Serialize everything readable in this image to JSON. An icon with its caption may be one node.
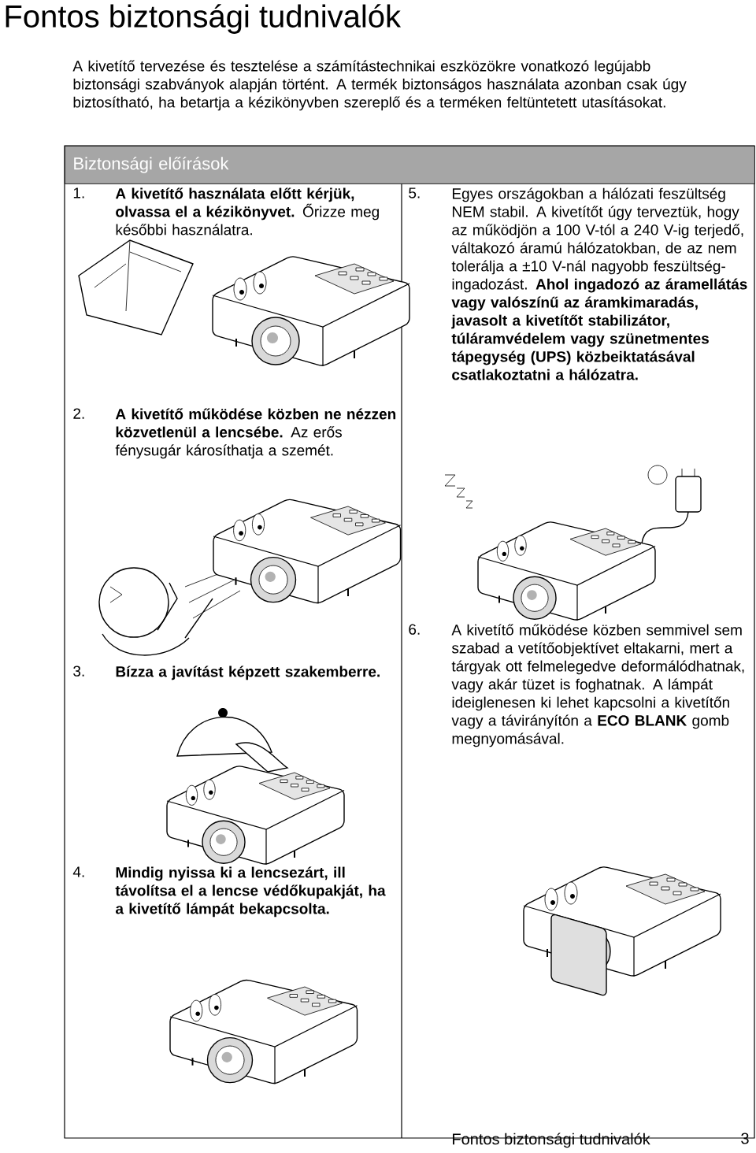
{
  "diagram": {
    "title": "Fontos biztonsági tudnivalók",
    "nodes": [
      {
        "text": [
          "Biztonsági előírások"
        ]
      }
    ],
    "labels": [
      "A kivetítő tervezése és tesztelése a számítástechnikai eszközökre vonatkozó legújabb biztonsági szabványok alapján történt. A termék biztonságos használata azonban csak úgy biztosítható, ha betartja a kézikönyvben szereplő és a terméken feltüntetett utasításokat.",
      "1.",
      "**A kivetítő használata előtt kérjük, olvassa el a kézikönyvet.** Őrizze meg későbbi használatra.",
      "2.",
      "**A kivetítő működése közben ne nézzen közvetlenül a lencsébe.** Az erős fénysugár károsíthatja a szemét.",
      "3.",
      "Bízza a javítást képzett szakemberre.",
      "4.",
      "Mindig nyissa ki a lencsezárt, ill távolítsa el a lencse védőkupakját, ha a kivetítő lámpát bekapcsolta.",
      "5.",
      "Egyes országokban a hálózati feszültség NEM stabil. A kivetítőt úgy terveztük, hogy az működjön a 100 V-tól a 240 V-ig terjedő, váltakozó áramú hálózatokban, de az nem tolerálja a ±10 V-nál nagyobb feszültség-ingadozást. **Ahol ingadozó az áramellátás vagy valószínű az áramkimaradás, javasolt a kivetítőt stabilizátor, túláramvédelem vagy szünetmentes tápegység (UPS) közbeiktatásával csatlakoztatni a hálózatra.**",
      "6.",
      "A kivetítő működése közben semmivel sem szabad a vetítőobjektívet eltakarni, mert a tárgyak ott felmelegedve deformálódhatnak, vagy akár tüzet is foghatnak. A lámpát ideiglenesen ki lehet kapcsolni a kivetítőn vagy a távirányítón a **ECO BLANK** gomb megnyomásával.",
      "Fontos biztonsági tudnivalók",
      "3"
    ]
  }
}
